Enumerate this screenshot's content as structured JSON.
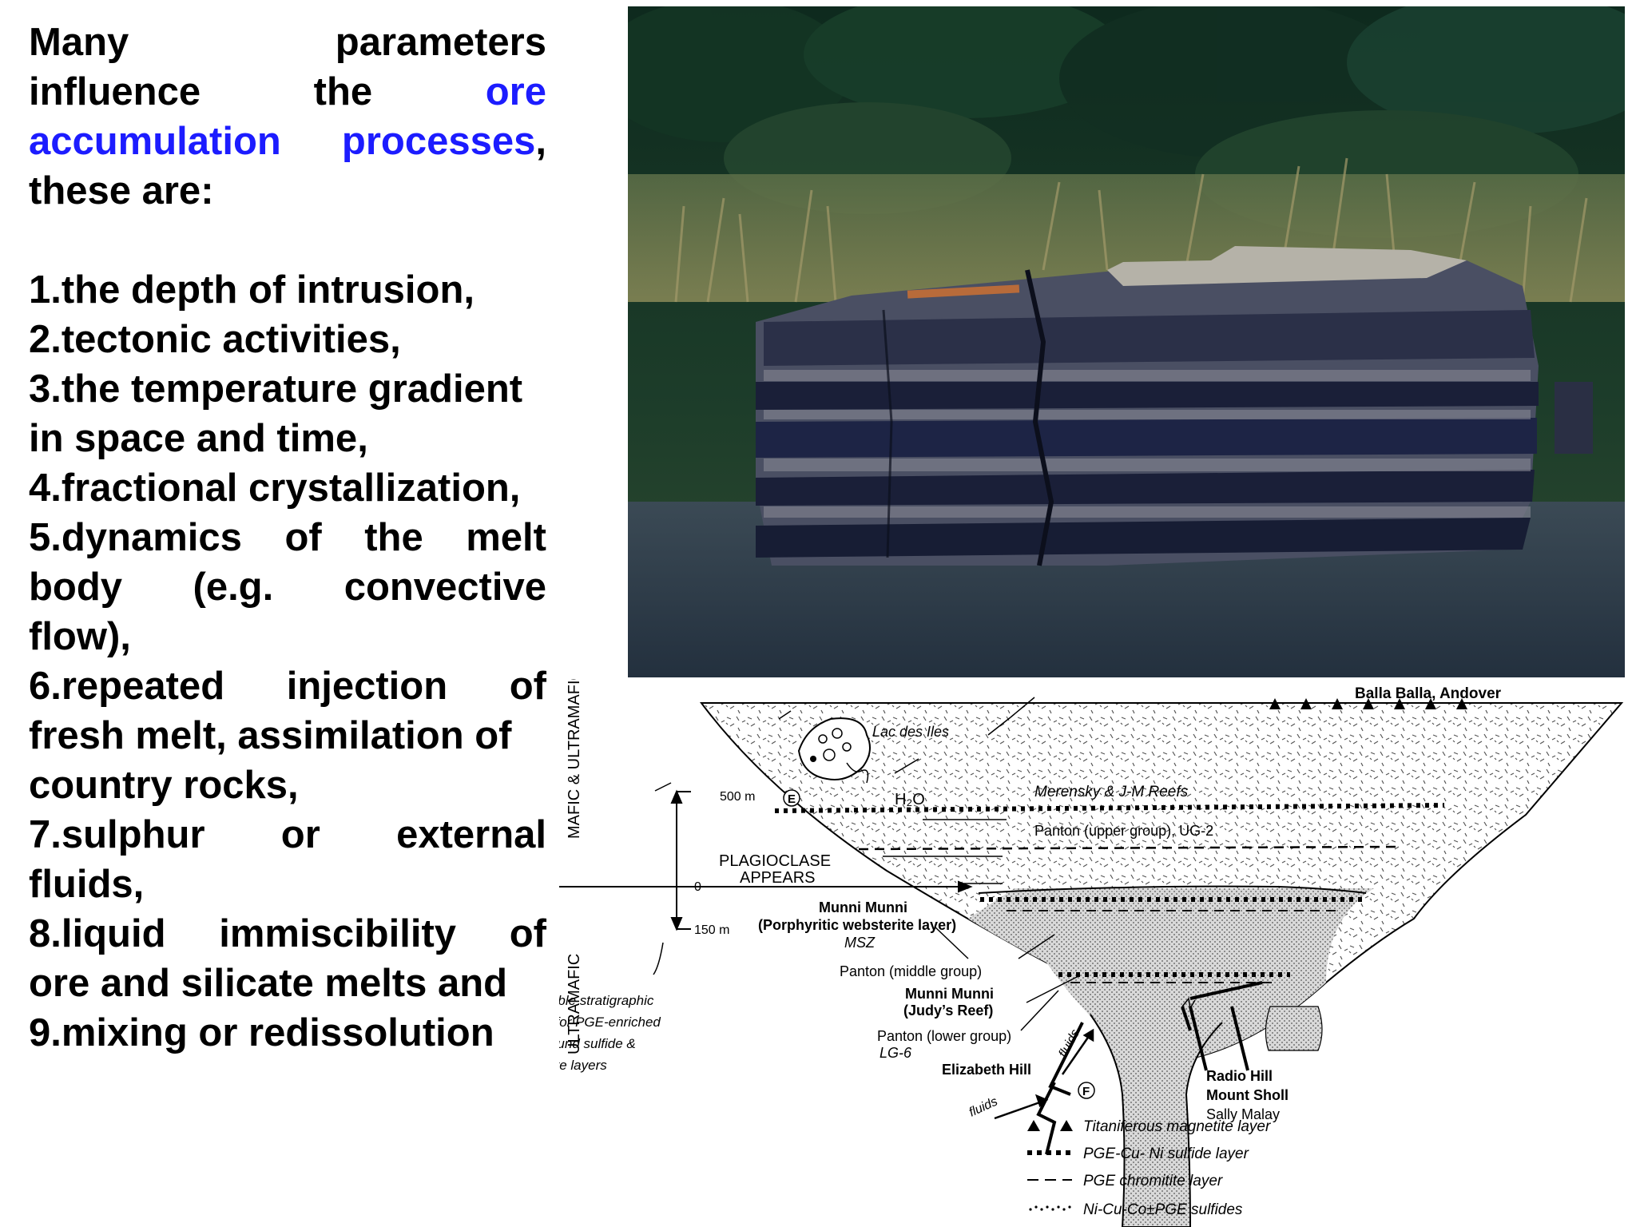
{
  "intro": {
    "line1": [
      "Many",
      "parameters"
    ],
    "line2": [
      "influence",
      "the",
      "ore"
    ],
    "line3": [
      "accumulation",
      "processes",
      ","
    ],
    "line4": "these are:"
  },
  "list": {
    "item1": "1.the depth of intrusion,",
    "item2": "2.tectonic activities,",
    "item3a": "3.the temperature gradient",
    "item3b": "in space and time,",
    "item4": "4.fractional crystallization,",
    "item5a": [
      "5.dynamics",
      "of",
      "the",
      "melt"
    ],
    "item5b": [
      "body",
      "(e.g.",
      "convective"
    ],
    "item5c": "flow),",
    "item6a": [
      "6.repeated",
      "injection",
      "of"
    ],
    "item6b": "fresh melt, assimilation of",
    "item6c": "country rocks,",
    "item7a": [
      "7.sulphur",
      "or",
      "external"
    ],
    "item7b": "fluids,",
    "item8a": [
      "8.liquid",
      "immiscibility",
      "of"
    ],
    "item8b": "ore and silicate melts and",
    "item9": "9.mixing or redissolution"
  },
  "diagram": {
    "mafic_ultramafic": "MAFIC & ULTRAMAFIC",
    "ultramafic": "ULTRAMAFIC",
    "depth_500": "500 m",
    "depth_0": "0",
    "depth_150": "150 m",
    "plagioclase_1": "PLAGIOCLASE",
    "plagioclase_2": "APPEARS",
    "favourable": [
      "Favourable stratigraphic",
      "interval for PGE-enriched",
      "stratabound sulfide &",
      "chromitite layers"
    ],
    "balla": "Balla Balla,  Andover",
    "lac": "Lac des Iles",
    "h2o": "H₂O",
    "e_marker": "E",
    "f_marker": "F",
    "merensky": "Merensky & J-M Reefs",
    "panton_upper": "Panton (upper group), UG-2",
    "munni1_a": "Munni Munni",
    "munni1_b": "(Porphyritic websterite layer)",
    "msz": "MSZ",
    "panton_middle": "Panton (middle group)",
    "munni2_a": "Munni Munni",
    "munni2_b": "(Judy’s Reef)",
    "panton_lower": "Panton (lower group)",
    "lg6": "LG-6",
    "elizabeth": "Elizabeth Hill",
    "fluids": "fluids",
    "radio1": "Radio Hill",
    "radio2": "Mount Sholl",
    "radio3": "Sally Malay",
    "legend": [
      "Titaniferous magnetite layer",
      "PGE-Cu- Ni sulfide layer",
      "PGE chromitite layer",
      "Ni-Cu-Co±PGE sulfides"
    ]
  }
}
